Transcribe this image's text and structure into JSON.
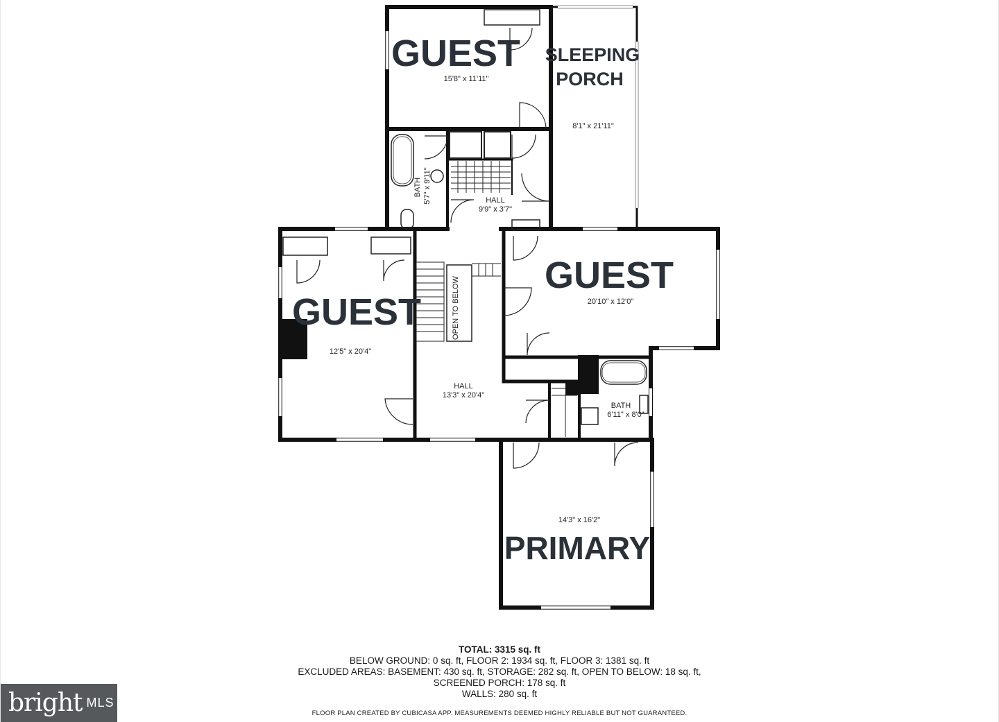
{
  "rooms": {
    "guest_top": {
      "label": "GUEST",
      "dims": "15'8\" x 11'11\""
    },
    "sleeping_porch": {
      "label_line1": "SLEEPING",
      "label_line2": "PORCH",
      "dims": "8'1\" x 21'11\""
    },
    "bath_upper": {
      "label": "BATH",
      "dims": "5'7\" x 9'11\""
    },
    "hall_upper": {
      "label": "HALL",
      "dims": "9'9\" x 3'7\""
    },
    "guest_left": {
      "label": "GUEST",
      "dims": "12'5\" x 20'4\""
    },
    "open_to_below": {
      "label": "OPEN TO BELOW"
    },
    "guest_right": {
      "label": "GUEST",
      "dims": "20'10\" x 12'0\""
    },
    "hall_main": {
      "label": "HALL",
      "dims": "13'3\" x 20'4\""
    },
    "bath_lower": {
      "label": "BATH",
      "dims": "6'11\" x 8'0\""
    },
    "primary": {
      "label": "PRIMARY",
      "dims": "14'3\" x 16'2\""
    }
  },
  "summary": {
    "total": "TOTAL: 3315 sq. ft",
    "line1": "BELOW GROUND: 0 sq. ft, FLOOR 2: 1934 sq. ft, FLOOR 3: 1381 sq. ft",
    "line2": "EXCLUDED AREAS: BASEMENT: 430 sq. ft, STORAGE: 282 sq. ft, OPEN TO BELOW: 18 sq. ft,",
    "line3": "SCREENED PORCH: 178 sq. ft",
    "line4": "WALLS: 280 sq. ft"
  },
  "disclaimer": "FLOOR PLAN CREATED BY CUBICASA APP. MEASUREMENTS DEEMED HIGHLY RELIABLE BUT NOT GUARANTEED.",
  "logo": {
    "word": "bright",
    "suffix": "MLS"
  },
  "colors": {
    "wall": "#111111",
    "label": "#2b3138",
    "logo_bg": "#55595c"
  }
}
